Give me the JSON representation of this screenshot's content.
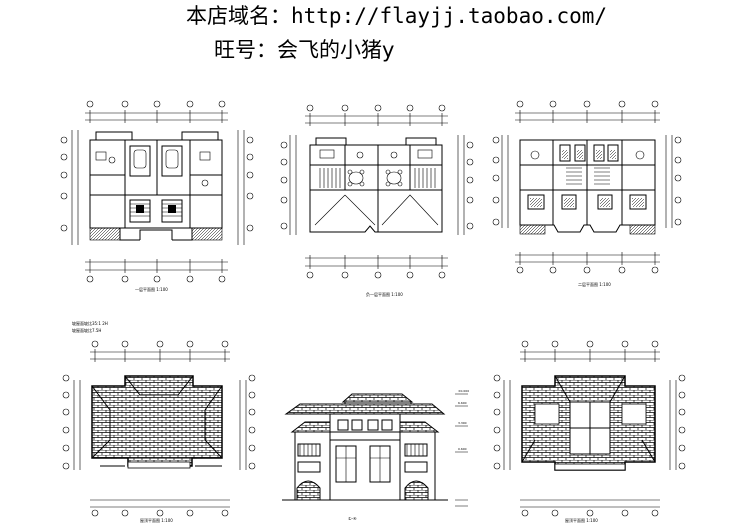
{
  "header": {
    "shop_label": "本店域名：",
    "shop_url": "http://flayjj.taobao.com/",
    "ww_label": "旺号：",
    "ww_name": "会飞的小猪y"
  },
  "colors": {
    "line": "#000000",
    "background": "#ffffff"
  }
}
